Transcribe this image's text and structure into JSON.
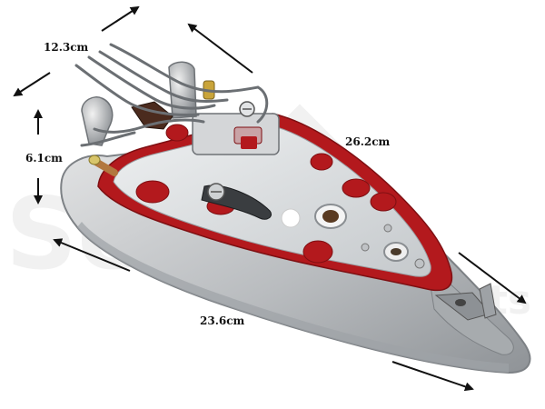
{
  "dimensions": {
    "width": "12.3cm",
    "height": "6.1cm",
    "diagonal_length": "26.2cm",
    "base_length": "23.6cm"
  },
  "watermark": {
    "text_large": "Se",
    "text_small": "parts"
  },
  "colors": {
    "aluminium": "#c9cbcd",
    "aluminium_dark": "#8d9195",
    "red_seal": "#b3191d",
    "plate_surface": "#d9dcdf",
    "arrow": "#111111",
    "watermark": "#eeeeee"
  }
}
